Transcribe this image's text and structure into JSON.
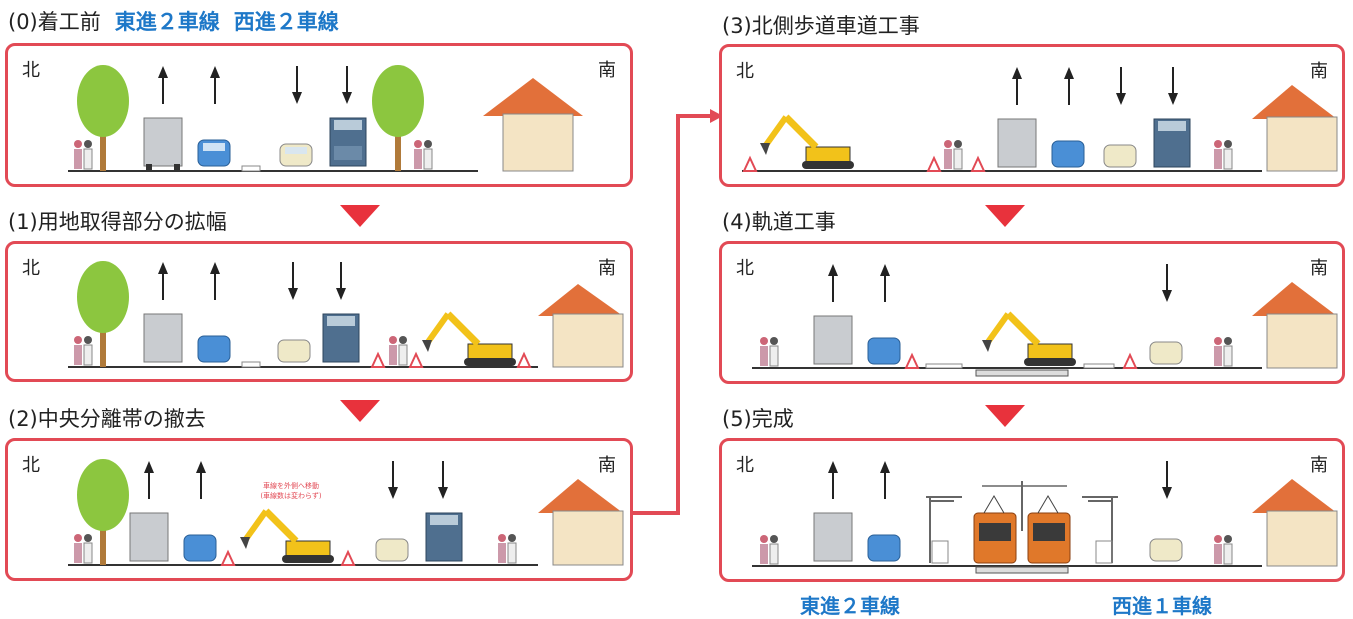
{
  "steps": [
    {
      "title": "(0)着工前",
      "highlight1": "東進２車線",
      "highlight2": "西進２車線"
    },
    {
      "title": "(1)用地取得部分の拡幅"
    },
    {
      "title": "(2)中央分離帯の撤去"
    },
    {
      "title": "(3)北側歩道車道工事"
    },
    {
      "title": "(4)軌道工事"
    },
    {
      "title": "(5)完成"
    }
  ],
  "north_label": "北",
  "south_label": "南",
  "annotation_line1": "車線を外側へ移動",
  "annotation_line2": "(車線数は変わらず)",
  "bottom_left": "東進２車線",
  "bottom_right": "西進１車線",
  "colors": {
    "accent": "#e24a55",
    "blue": "#1e78c8",
    "arrow": "#e8323c"
  }
}
